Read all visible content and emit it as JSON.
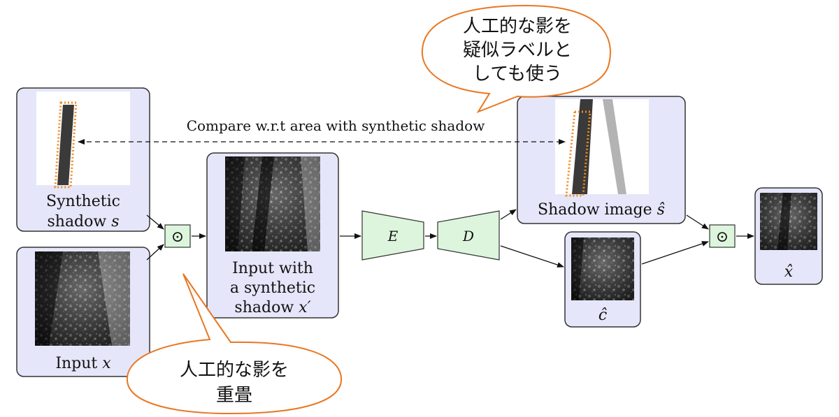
{
  "colors": {
    "panel_fill": "#e6e6fa",
    "panel_stroke": "#333333",
    "op_fill": "#ddf5dd",
    "callout_stroke": "#e87722",
    "shadow_outline": "#f08a1c"
  },
  "panels": {
    "synthetic_shadow": {
      "label_line1": "Synthetic",
      "label_line2": "shadow ",
      "var": "s"
    },
    "input": {
      "label": "Input ",
      "var": "x"
    },
    "input_with_shadow": {
      "line1": "Input with",
      "line2": "a synthetic",
      "line3": "shadow ",
      "var": "x′"
    },
    "shadow_image": {
      "label": "Shadow image ",
      "var": "ŝ"
    },
    "c_hat": {
      "var": "ĉ"
    },
    "x_hat": {
      "var": "x̂"
    }
  },
  "operators": {
    "multiply_symbol": "⊙",
    "encoder": "E",
    "decoder": "D"
  },
  "compare_label": "Compare w.r.t area with synthetic shadow",
  "callouts": {
    "top": {
      "line1": "人工的な影を",
      "line2": "疑似ラベルと",
      "line3": "しても使う"
    },
    "bottom": {
      "line1": "人工的な影を",
      "line2": "重畳"
    }
  }
}
